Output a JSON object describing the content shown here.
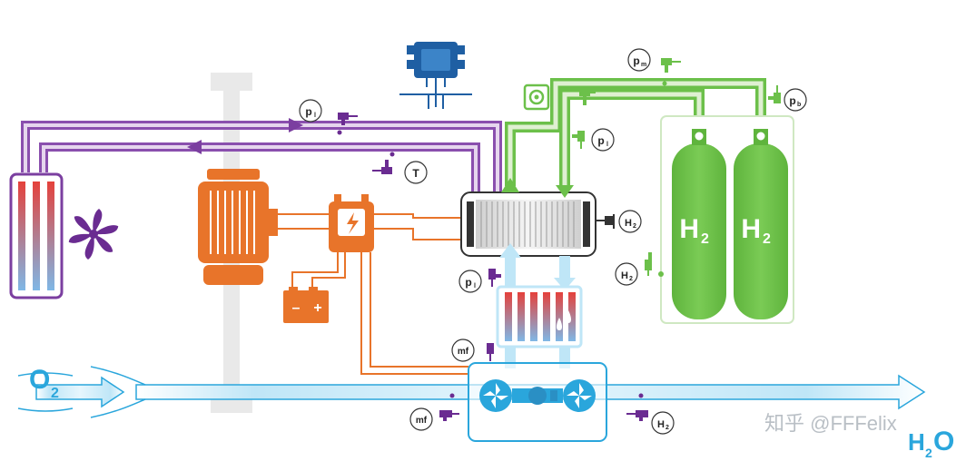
{
  "labels": {
    "o2": "O",
    "o2_sub": "2",
    "h2o_h": "H",
    "h2o_sub": "2",
    "h2o_o": "O",
    "h2_tank_1": "H",
    "h2_tank_1_sub": "2",
    "h2_tank_2": "H",
    "h2_tank_2_sub": "2"
  },
  "sensors": {
    "p_l_top": "p",
    "p_l_top_sub": "l",
    "t": "T",
    "p_m": "p",
    "p_m_sub": "m",
    "p_b": "p",
    "p_b_sub": "b",
    "p_l_right": "p",
    "p_l_right_sub": "l",
    "h2_stack": "H",
    "h2_stack_sub": "2",
    "h2_tank_valve": "H",
    "h2_tank_valve_sub": "2",
    "p_l_hum": "p",
    "p_l_hum_sub": "l",
    "mf_top": "mf",
    "mf_bottom": "mf",
    "h2_exhaust": "H",
    "h2_exhaust_sub": "2"
  },
  "battery": {
    "minus": "–",
    "plus": "+"
  },
  "watermark": "知乎 @FFFelix",
  "colors": {
    "coolant": "#7b3fa0",
    "coolant_light": "#e6d6ee",
    "hydrogen": "#6cc04a",
    "hydrogen_light": "#dff0d2",
    "electric": "#e8742a",
    "air": "#2aa6dc",
    "air_light": "#d9f1fb",
    "hot": "#e5413b",
    "cold": "#4aa4e0",
    "controller": "#1f5fa3",
    "sensor": "#6a2c91",
    "shaft": "#e4e4e4"
  }
}
